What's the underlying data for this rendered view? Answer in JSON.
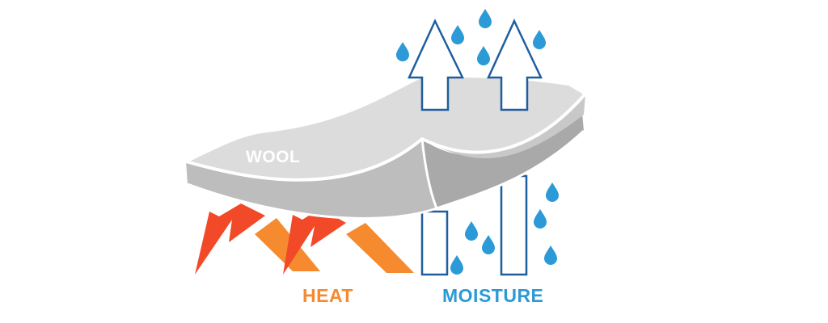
{
  "labels": {
    "material": "WOOL",
    "heat": "HEAT",
    "moisture": "MOISTURE"
  },
  "colors": {
    "background": "#ffffff",
    "fabric_top": "#dcdcdc",
    "fabric_edge": "#bdbdbd",
    "fabric_shadow": "#a9a9a9",
    "heat_primary": "#f24a28",
    "heat_secondary": "#f58b2e",
    "moisture": "#2b9ad6",
    "moisture_outline": "#1f5e9e"
  },
  "icons": {
    "fabric": "wool-fabric-layer-icon",
    "heat": "heat-arrow-icon",
    "moisture_out": "moisture-up-arrow-icon",
    "moisture_in": "moisture-column-icon",
    "drop": "water-drop-icon"
  }
}
